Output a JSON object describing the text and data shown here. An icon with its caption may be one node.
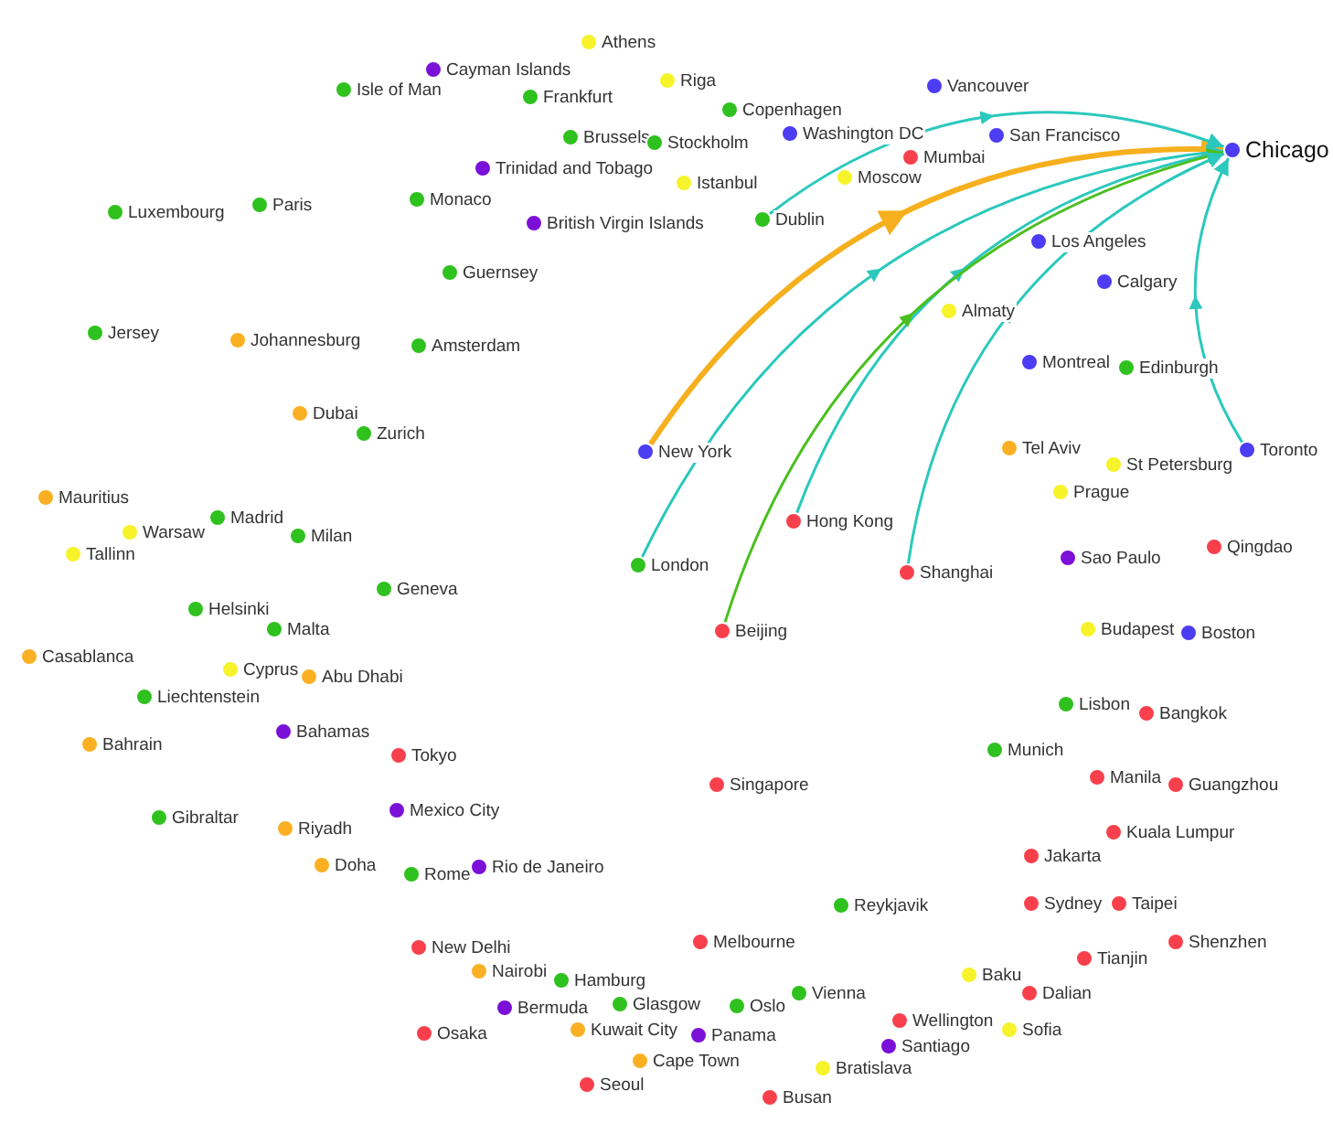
{
  "diagram": {
    "nodes": [
      {
        "text": [
          "Athens"
        ]
      },
      {
        "text": [
          "Cayman Islands"
        ]
      },
      {
        "text": [
          "Riga"
        ]
      },
      {
        "text": [
          "Isle of Man"
        ]
      },
      {
        "text": [
          "Frankfurt"
        ]
      },
      {
        "text": [
          "Copenhagen"
        ]
      },
      {
        "text": [
          "Vancouver"
        ]
      },
      {
        "text": [
          "Brussels"
        ]
      },
      {
        "text": [
          "Stockholm"
        ]
      },
      {
        "text": [
          "Washington DC"
        ]
      },
      {
        "text": [
          "Chicago"
        ]
      },
      {
        "text": [
          "Trinidad and Tobago"
        ]
      },
      {
        "text": [
          "Istanbul"
        ]
      },
      {
        "text": [
          "Moscow"
        ]
      },
      {
        "text": [
          "Mumbai"
        ]
      },
      {
        "text": [
          "Luxembourg"
        ]
      },
      {
        "text": [
          "Paris"
        ]
      },
      {
        "text": [
          "Monaco"
        ]
      },
      {
        "text": [
          "British Virgin Islands"
        ]
      },
      {
        "text": [
          "Dublin"
        ]
      },
      {
        "text": [
          "San Francisco"
        ]
      },
      {
        "text": [
          "Los Angeles"
        ]
      },
      {
        "text": [
          "Guernsey"
        ]
      },
      {
        "text": [
          "Calgary"
        ]
      },
      {
        "text": [
          "Almaty"
        ]
      },
      {
        "text": [
          "Jersey"
        ]
      },
      {
        "text": [
          "Johannesburg"
        ]
      },
      {
        "text": [
          "Amsterdam"
        ]
      },
      {
        "text": [
          "Montreal"
        ]
      },
      {
        "text": [
          "Edinburgh"
        ]
      },
      {
        "text": [
          "Dubai"
        ]
      },
      {
        "text": [
          "Zurich"
        ]
      },
      {
        "text": [
          "New York"
        ]
      },
      {
        "text": [
          "Tel Aviv"
        ]
      },
      {
        "text": [
          "Toronto"
        ]
      },
      {
        "text": [
          "St Petersburg"
        ]
      },
      {
        "text": [
          "Mauritius"
        ]
      },
      {
        "text": [
          "Prague"
        ]
      },
      {
        "text": [
          "Madrid"
        ]
      },
      {
        "text": [
          "Hong Kong"
        ]
      },
      {
        "text": [
          "Warsaw"
        ]
      },
      {
        "text": [
          "Milan"
        ]
      },
      {
        "text": [
          "Tallinn"
        ]
      },
      {
        "text": [
          "Qingdao"
        ]
      },
      {
        "text": [
          "Sao Paulo"
        ]
      },
      {
        "text": [
          "London"
        ]
      },
      {
        "text": [
          "Shanghai"
        ]
      },
      {
        "text": [
          "Geneva"
        ]
      },
      {
        "text": [
          "Helsinki"
        ]
      },
      {
        "text": [
          "Malta"
        ]
      },
      {
        "text": [
          "Beijing"
        ]
      },
      {
        "text": [
          "Budapest"
        ]
      },
      {
        "text": [
          "Boston"
        ]
      },
      {
        "text": [
          "Casablanca"
        ]
      },
      {
        "text": [
          "Abu Dhabi"
        ]
      },
      {
        "text": [
          "Cyprus"
        ]
      },
      {
        "text": [
          "Liechtenstein"
        ]
      },
      {
        "text": [
          "Lisbon"
        ]
      },
      {
        "text": [
          "Bangkok"
        ]
      },
      {
        "text": [
          "Bahamas"
        ]
      },
      {
        "text": [
          "Bahrain"
        ]
      },
      {
        "text": [
          "Munich"
        ]
      },
      {
        "text": [
          "Tokyo"
        ]
      },
      {
        "text": [
          "Manila"
        ]
      },
      {
        "text": [
          "Guangzhou"
        ]
      },
      {
        "text": [
          "Singapore"
        ]
      },
      {
        "text": [
          "Mexico City"
        ]
      },
      {
        "text": [
          "Gibraltar"
        ]
      },
      {
        "text": [
          "Riyadh"
        ]
      },
      {
        "text": [
          "Kuala Lumpur"
        ]
      },
      {
        "text": [
          "Jakarta"
        ]
      },
      {
        "text": [
          "Rio de Janeiro"
        ]
      },
      {
        "text": [
          "Doha"
        ]
      },
      {
        "text": [
          "Rome"
        ]
      },
      {
        "text": [
          "Reykjavik"
        ]
      },
      {
        "text": [
          "Sydney"
        ]
      },
      {
        "text": [
          "Taipei"
        ]
      },
      {
        "text": [
          "Melbourne"
        ]
      },
      {
        "text": [
          "Shenzhen"
        ]
      },
      {
        "text": [
          "New Delhi"
        ]
      },
      {
        "text": [
          "Tianjin"
        ]
      },
      {
        "text": [
          "Nairobi"
        ]
      },
      {
        "text": [
          "Baku"
        ]
      },
      {
        "text": [
          "Hamburg"
        ]
      },
      {
        "text": [
          "Dalian"
        ]
      },
      {
        "text": [
          "Vienna"
        ]
      },
      {
        "text": [
          "Glasgow"
        ]
      },
      {
        "text": [
          "Bermuda"
        ]
      },
      {
        "text": [
          "Oslo"
        ]
      },
      {
        "text": [
          "Wellington"
        ]
      },
      {
        "text": [
          "Sofia"
        ]
      },
      {
        "text": [
          "Kuwait City"
        ]
      },
      {
        "text": [
          "Panama"
        ]
      },
      {
        "text": [
          "Osaka"
        ]
      },
      {
        "text": [
          "Cape Town"
        ]
      },
      {
        "text": [
          "Santiago"
        ]
      },
      {
        "text": [
          "Bratislava"
        ]
      },
      {
        "text": [
          "Seoul"
        ]
      },
      {
        "text": [
          "Busan"
        ]
      }
    ],
    "edges": [
      {
        "from": 32,
        "to": 10,
        "arrow": "to",
        "style": "thick",
        "color": "#f6b01e"
      },
      {
        "from": 19,
        "to": 10,
        "arrow": "to"
      },
      {
        "from": 45,
        "to": 10,
        "arrow": "to"
      },
      {
        "from": 39,
        "to": 10,
        "arrow": "to"
      },
      {
        "from": 50,
        "to": 10,
        "arrow": "to",
        "color": "#4bbf1f"
      },
      {
        "from": 46,
        "to": 10,
        "arrow": "to"
      },
      {
        "from": 34,
        "to": 10,
        "arrow": "to"
      }
    ]
  }
}
